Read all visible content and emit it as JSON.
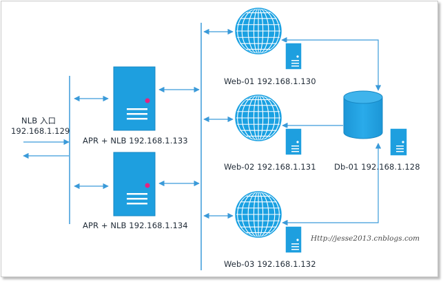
{
  "nlb_entry": {
    "title": "NLB 入口",
    "ip": "192.168.1.129"
  },
  "apr_nodes": [
    {
      "label": "APR + NLB 192.168.1.133"
    },
    {
      "label": "APR + NLB 192.168.1.134"
    }
  ],
  "web_nodes": [
    {
      "label": "Web-01 192.168.1.130"
    },
    {
      "label": "Web-02 192.168.1.131"
    },
    {
      "label": "Web-03 192.168.1.132"
    }
  ],
  "db_node": {
    "label": "Db-01 192.168.1.128"
  },
  "watermark": "Http://jesse2013.cnblogs.com",
  "colors": {
    "line": "#3a9ad9",
    "server": "#1e9fdf",
    "globe": "#1aa1e2",
    "led": "#e52380"
  }
}
